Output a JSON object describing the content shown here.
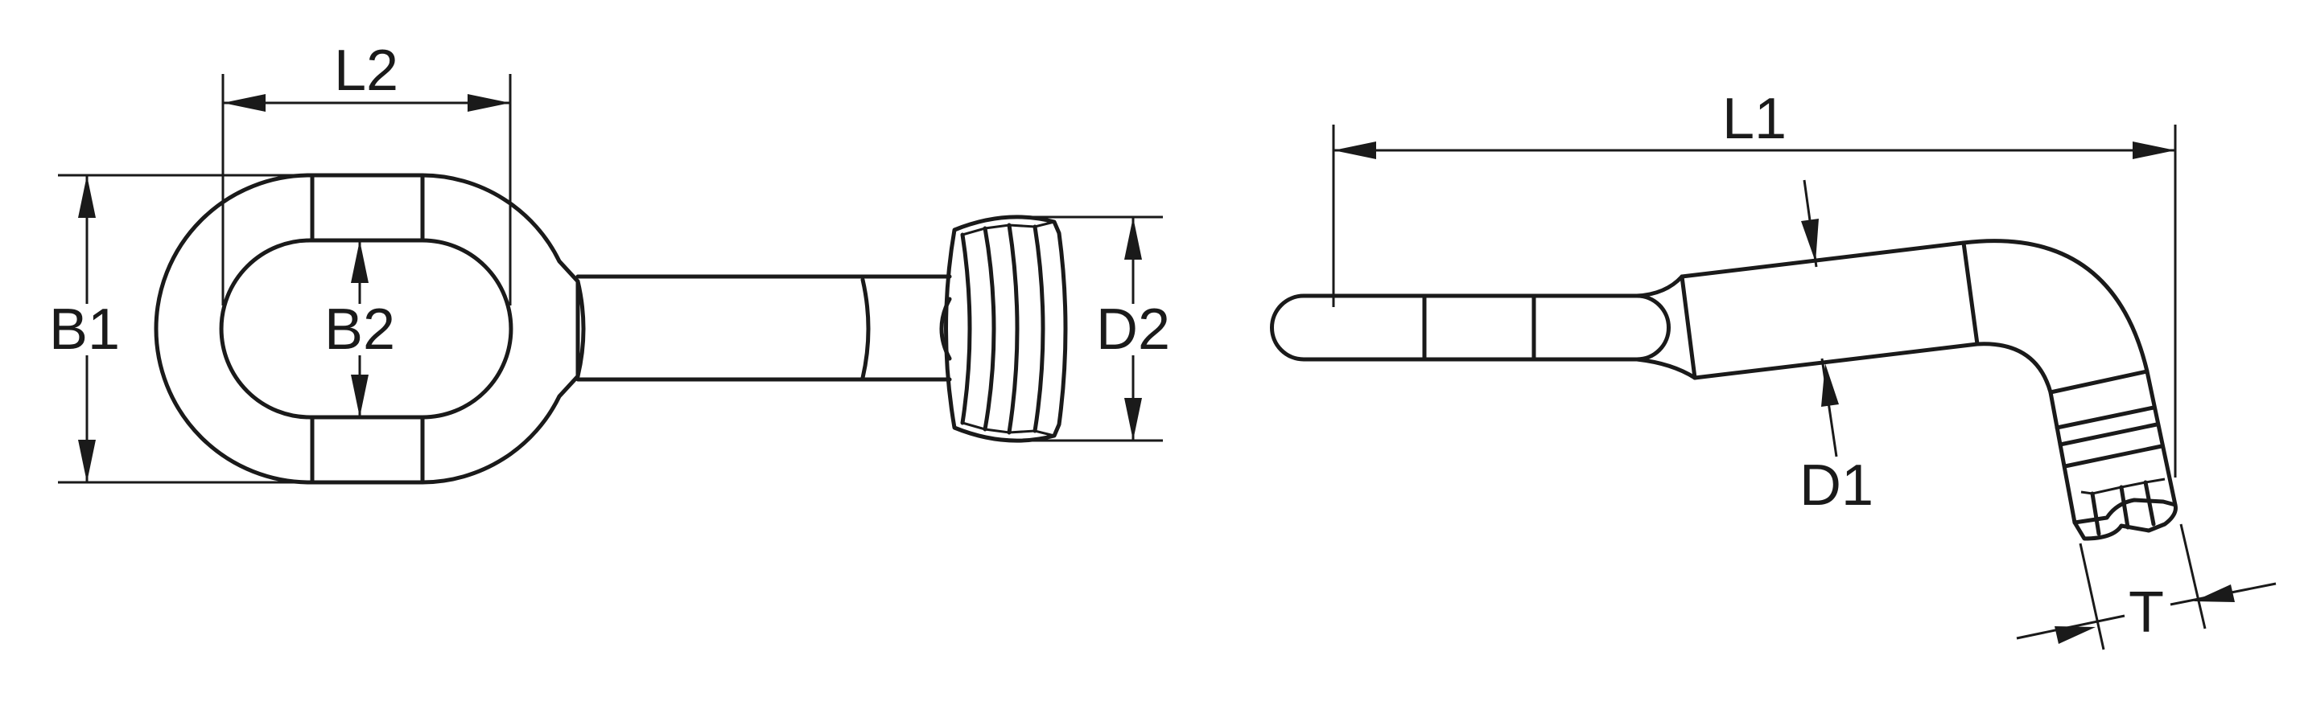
{
  "labels": {
    "l2": "L2",
    "b1": "B1",
    "b2": "B2",
    "d2": "D2",
    "l1": "L1",
    "d1": "D1",
    "t": "T"
  },
  "colors": {
    "line": "#1a1a1a",
    "background": "#ffffff"
  }
}
